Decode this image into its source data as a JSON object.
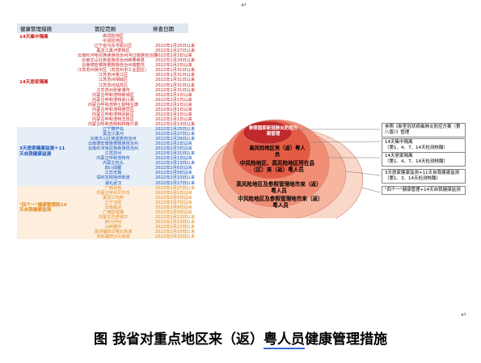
{
  "table": {
    "headers": {
      "measure": "健康管理措施",
      "region": "管控范围",
      "date": "排查日期"
    },
    "groups": [
      {
        "label": "14天集中隔离",
        "color": "#c81e1e",
        "rows": [
          {
            "region": "高风险地区",
            "date": ""
          }
        ]
      },
      {
        "label": "14天居家隔离",
        "color": "#c81e1e",
        "rows": [
          {
            "region": "中风险地区",
            "date": ""
          },
          {
            "region": "辽宁省丹东市振兴区",
            "date": "2022年1月25日以来"
          },
          {
            "region": "黑龙江黑河爱辉区",
            "date": "2022年1月27日以来"
          },
          {
            "region": "云南红河哈尼族彝族自治州河口瑶族自治县",
            "date": "2022年2月3日以来"
          },
          {
            "region": "云南文山壮族苗族自治州麻栗坡县",
            "date": "2022年1月29日以来"
          },
          {
            "region": "云南德宏傣族景颇族自治州瑞丽市",
            "date": "2022年2月2日以来"
          },
          {
            "region": "江苏苏州吴中区（苏苏州市工业园区）",
            "date": "2022年1月31日以来"
          },
          {
            "region": "江苏苏州吴江区",
            "date": "2022年1月31日以来"
          },
          {
            "region": "江苏苏州相城区",
            "date": "2022年1月31日以来"
          },
          {
            "region": "江苏苏州姑苏区",
            "date": "2022年1月31日以来"
          },
          {
            "region": "江苏苏州张家港市",
            "date": "2022年1月31日以来"
          },
          {
            "region": "内蒙古呼和浩特新城区",
            "date": "2022年2月1日以来"
          },
          {
            "region": "内蒙古呼和浩特武川县",
            "date": "2022年2月1日以来"
          },
          {
            "region": "内蒙古呼和浩特土默特左旗",
            "date": "2022年2月1日以来"
          },
          {
            "region": "内蒙古呼和浩特赛罕区",
            "date": "2022年2月1日以来"
          },
          {
            "region": "内蒙古呼和浩特回民区",
            "date": "2022年2月1日以来"
          },
          {
            "region": "内蒙古呼和浩特玉泉区",
            "date": "2022年2月1日以来"
          },
          {
            "region": "内蒙古呼和浩特和林格尔县",
            "date": "2022年2月13日以来"
          }
        ]
      },
      {
        "label": "3天居家健康监测＋11天自我健康监测",
        "color": "#1a55b8",
        "rows": [
          {
            "region": "辽宁葫芦岛",
            "date": "2022年1月25日以来"
          },
          {
            "region": "黑龙江黑河",
            "date": "2022年1月27日以来"
          },
          {
            "region": "云南文山壮族苗族自治州",
            "date": "2022年1月29日以来"
          },
          {
            "region": "云南德宏傣族景颇族自治州",
            "date": "2022年2月2日以来"
          },
          {
            "region": "云南红河哈尼族彝族自治州",
            "date": "2022年2月3日以来"
          },
          {
            "region": "江苏苏州",
            "date": "2022年1月31日以来"
          },
          {
            "region": "内蒙古呼和浩特市",
            "date": "2022年2月1日以来"
          },
          {
            "region": "内蒙古包头",
            "date": "2022年2月13日以来"
          },
          {
            "region": "四川成都",
            "date": "2022年2月6日以来"
          },
          {
            "region": "江苏无锡",
            "date": "2022年2月9日以来"
          },
          {
            "region": "深圳龙岗坂田街道",
            "date": "2022年2月10日以来"
          },
          {
            "region": "湖北武汉",
            "date": "2022年2月17日以来"
          }
        ]
      },
      {
        "label": "\"四个一\"健康管理和14天自我健康监测",
        "color": "#e08a1a",
        "rows": [
          {
            "region": "广西百色",
            "date": "2022年1月27日以来"
          },
          {
            "region": "内蒙古呼伦贝尔市",
            "date": "2022年2月1日以来"
          },
          {
            "region": "黑龙江鸡西",
            "date": "2022年2月5日以来"
          },
          {
            "region": "辽宁沈阳",
            "date": "2022年2月7日以来"
          },
          {
            "region": "云南临沧",
            "date": "2022年2月9日以来"
          },
          {
            "region": "广西防城港",
            "date": "2022年2月9日以来"
          },
          {
            "region": "内蒙古巴彦淖尔",
            "date": "2022年2月12日以来"
          },
          {
            "region": "四川泸州",
            "date": "2022年2月13日以来"
          },
          {
            "region": "山西晋中",
            "date": "2022年2月17日以来"
          },
          {
            "region": "深圳福田华强北街道",
            "date": "2022年2月10日以来"
          },
          {
            "region": "深圳福田沙头街道",
            "date": "2022年2月10日以来"
          }
        ]
      }
    ]
  },
  "diagram": {
    "rings": [
      {
        "label": "参照国家新冠肺炎防控方案管理",
        "color": "#c0282b"
      },
      {
        "label": "高风险地区来（返）粤人员",
        "color": "#e35b45"
      },
      {
        "label": "中风险地区、高风险地区所在县（区）来（返）粤人员",
        "color": "#f08e75"
      },
      {
        "label": "高风险地区及参照管理地市来（返）粤人员",
        "color": "#f6b6a0"
      },
      {
        "label": "中风险地区及参照管理地市来（返）粤人员",
        "color": "#fad8c9"
      }
    ],
    "legend": [
      "参照《新型冠状病毒肺炎防控方案（第八版）》管理",
      "14天集中隔离\n（第1、4、7、14天检测核酸）",
      "14天居家隔离\n（第1、4、7、14天检测核酸）",
      "3天居家健康监测+11天自我健康监测\n（第1、3、14天检测核酸）",
      "\"四个一\"健康管理+14天自我健康监测"
    ]
  },
  "caption": {
    "prefix": "图  我省对重点地区来（返）",
    "underlined": "粤人员",
    "suffix": "健康管理措施"
  },
  "marks": {
    "top": "↵",
    "bottom": "↵"
  }
}
